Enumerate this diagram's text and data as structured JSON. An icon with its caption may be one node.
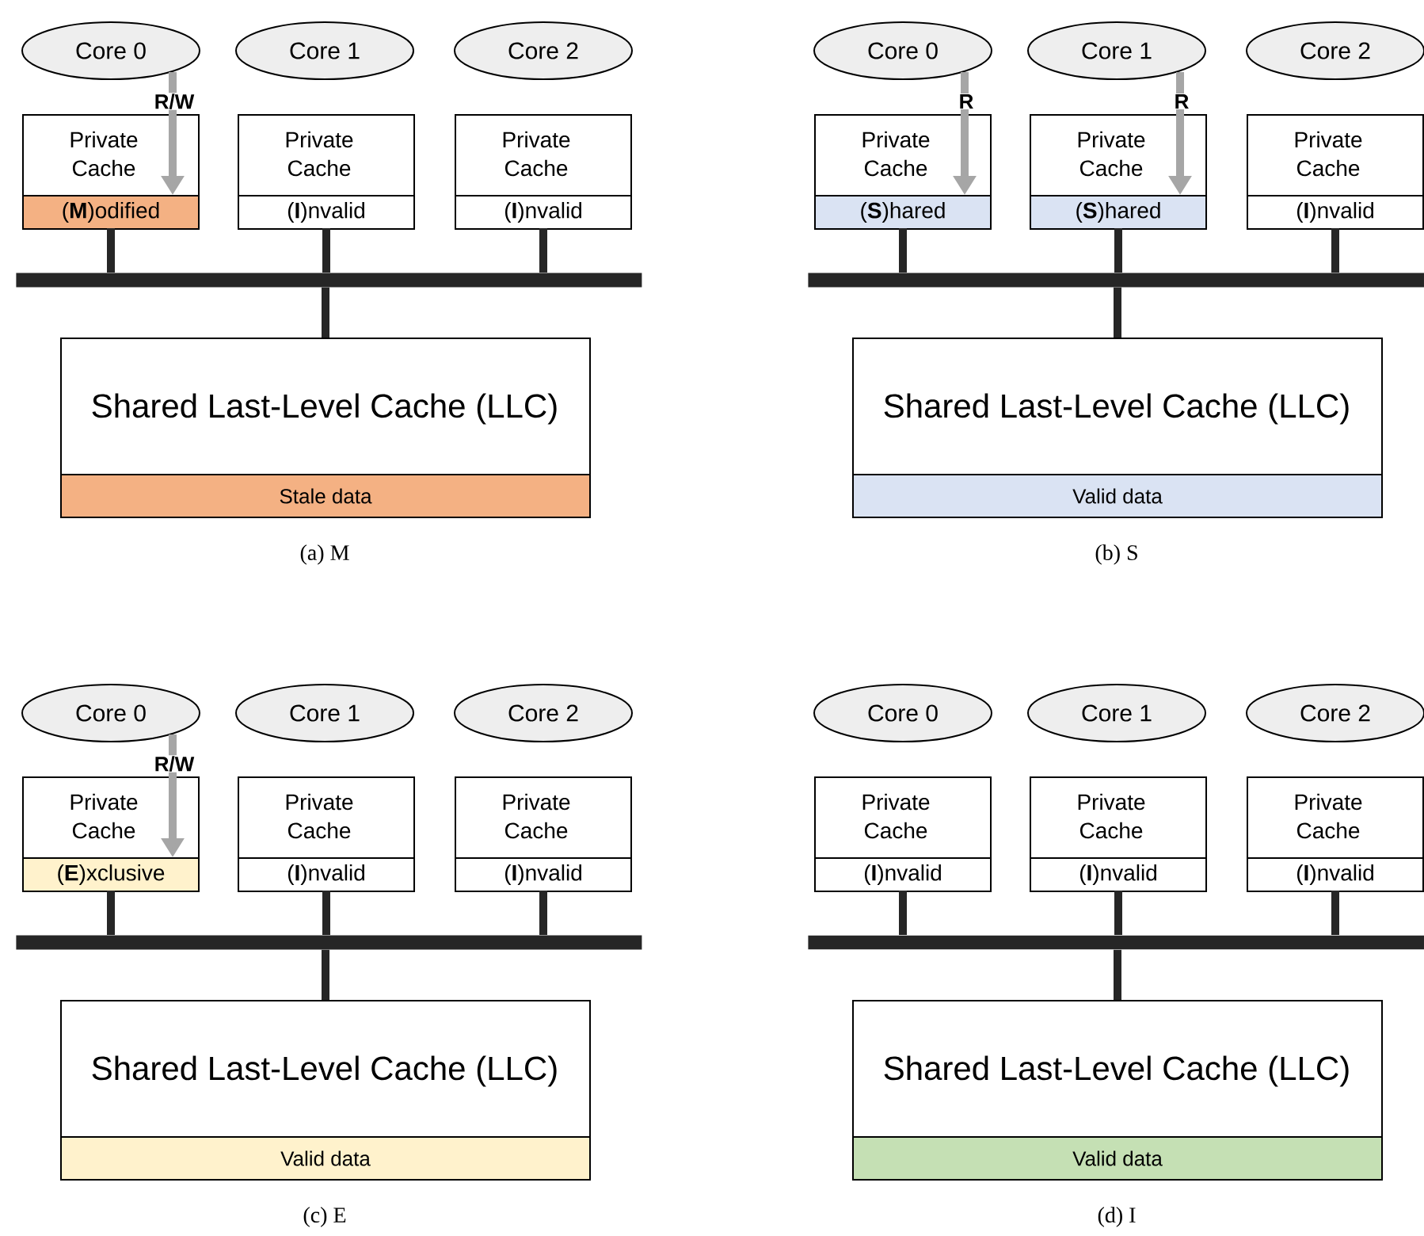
{
  "diagram": {
    "nodes": [
      {
        "text": [
          "Core 0"
        ]
      },
      {
        "text": [
          "Core 1"
        ]
      },
      {
        "text": [
          "Core 2"
        ]
      },
      {
        "text": [
          "Private Cache"
        ]
      },
      {
        "text": [
          "(**M**)odified"
        ],
        "in": 3
      },
      {
        "text": [
          "Private Cache"
        ]
      },
      {
        "text": [
          "(**I**)nvalid"
        ],
        "in": 5
      },
      {
        "text": [
          "Private Cache"
        ]
      },
      {
        "text": [
          "(**I**)nvalid"
        ],
        "in": 7
      },
      {
        "text": [],
        "shape": "bar"
      },
      {
        "text": [
          "Shared Last-Level Cache (LLC)"
        ]
      },
      {
        "text": [
          "Stale data"
        ],
        "in": 10
      },
      {
        "text": [
          "Core 0"
        ]
      },
      {
        "text": [
          "Core 1"
        ]
      },
      {
        "text": [
          "Core 2"
        ]
      },
      {
        "text": [
          "Private Cache"
        ]
      },
      {
        "text": [
          "(**S**)hared"
        ],
        "in": 15
      },
      {
        "text": [
          "Private Cache"
        ]
      },
      {
        "text": [
          "(**S**)hared"
        ],
        "in": 17
      },
      {
        "text": [
          "Private Cache"
        ]
      },
      {
        "text": [
          "(**I**)nvalid"
        ],
        "in": 19
      },
      {
        "text": [],
        "shape": "bar"
      },
      {
        "text": [
          "Shared Last-Level Cache (LLC)"
        ]
      },
      {
        "text": [
          "Valid data"
        ],
        "in": 22
      },
      {
        "text": [
          "Core 0"
        ]
      },
      {
        "text": [
          "Core 1"
        ]
      },
      {
        "text": [
          "Core 2"
        ]
      },
      {
        "text": [
          "Private Cache"
        ]
      },
      {
        "text": [
          "(**E**)xclusive"
        ],
        "in": 27
      },
      {
        "text": [
          "Private Cache"
        ]
      },
      {
        "text": [
          "(**I**)nvalid"
        ],
        "in": 29
      },
      {
        "text": [
          "Private Cache"
        ]
      },
      {
        "text": [
          "(**I**)nvalid"
        ],
        "in": 31
      },
      {
        "text": [],
        "shape": "bar"
      },
      {
        "text": [
          "Shared Last-Level Cache (LLC)"
        ]
      },
      {
        "text": [
          "Valid data"
        ],
        "in": 34
      },
      {
        "text": [
          "Core 0"
        ]
      },
      {
        "text": [
          "Core 1"
        ]
      },
      {
        "text": [
          "Core 2"
        ]
      },
      {
        "text": [
          "Private Cache"
        ]
      },
      {
        "text": [
          "(**I**)nvalid"
        ],
        "in": 39
      },
      {
        "text": [
          "Private Cache"
        ]
      },
      {
        "text": [
          "(**I**)nvalid"
        ],
        "in": 41
      },
      {
        "text": [
          "Private Cache"
        ]
      },
      {
        "text": [
          "(**I**)nvalid"
        ],
        "in": 43
      },
      {
        "text": [],
        "shape": "bar"
      },
      {
        "text": [
          "Shared Last-Level Cache (LLC)"
        ]
      },
      {
        "text": [
          "Valid data"
        ],
        "in": 46
      }
    ],
    "edges": [
      {
        "from": 0,
        "to": 4,
        "arrow": "to",
        "label": "R/W",
        "color": "#a6a6a6"
      },
      {
        "from": 3,
        "to": 9,
        "arrow": "none"
      },
      {
        "from": 5,
        "to": 9,
        "arrow": "none"
      },
      {
        "from": 7,
        "to": 9,
        "arrow": "none"
      },
      {
        "from": 9,
        "to": 10,
        "arrow": "none"
      },
      {
        "from": 12,
        "to": 16,
        "arrow": "to",
        "label": "R",
        "color": "#a6a6a6"
      },
      {
        "from": 13,
        "to": 18,
        "arrow": "to",
        "label": "R",
        "color": "#a6a6a6"
      },
      {
        "from": 15,
        "to": 21,
        "arrow": "none"
      },
      {
        "from": 17,
        "to": 21,
        "arrow": "none"
      },
      {
        "from": 19,
        "to": 21,
        "arrow": "none"
      },
      {
        "from": 21,
        "to": 22,
        "arrow": "none"
      },
      {
        "from": 24,
        "to": 28,
        "arrow": "to",
        "label": "R/W",
        "color": "#a6a6a6"
      },
      {
        "from": 27,
        "to": 33,
        "arrow": "none"
      },
      {
        "from": 29,
        "to": 33,
        "arrow": "none"
      },
      {
        "from": 31,
        "to": 33,
        "arrow": "none"
      },
      {
        "from": 33,
        "to": 34,
        "arrow": "none"
      },
      {
        "from": 39,
        "to": 45,
        "arrow": "none"
      },
      {
        "from": 41,
        "to": 45,
        "arrow": "none"
      },
      {
        "from": 43,
        "to": 45,
        "arrow": "none"
      },
      {
        "from": 45,
        "to": 46,
        "arrow": "none"
      }
    ],
    "labels": [
      "(a) M",
      "(b) S",
      "(c) E",
      "(d) I"
    ]
  }
}
